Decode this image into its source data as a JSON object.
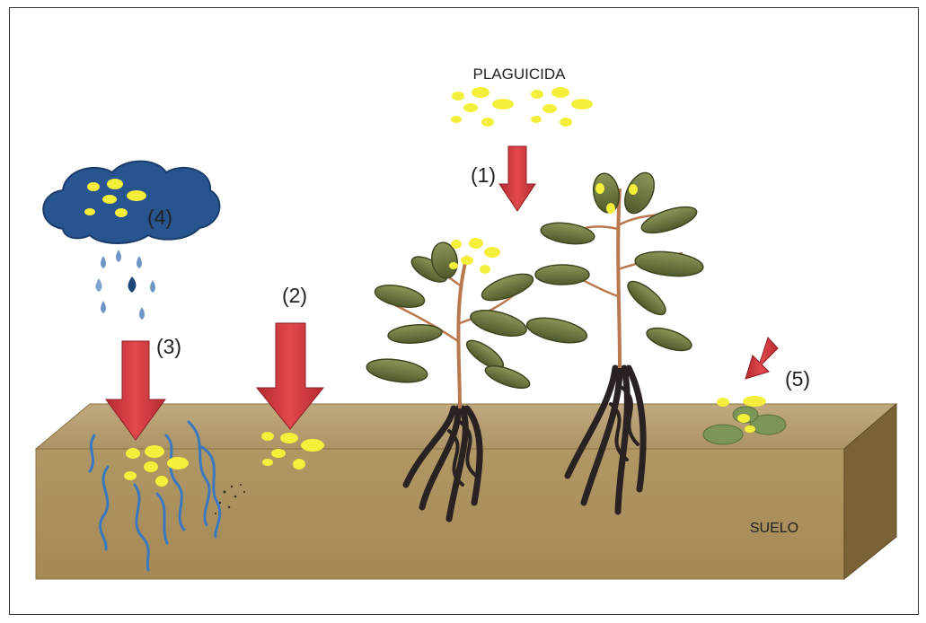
{
  "labels": {
    "pesticide": "PLAGUICIDA",
    "soil": "SUELO",
    "route_1": "(1)",
    "route_2": "(2)",
    "route_3": "(3)",
    "route_4": "(4)",
    "route_5": "(5)"
  },
  "colors": {
    "pesticide_granule": "#f4ef3a",
    "arrow": "#d8363c",
    "cloud": "#27558f",
    "soil_top": "#b79f72",
    "soil_front": "#aa8f5c",
    "soil_side": "#7b6236",
    "water_flow": "#3a78c0",
    "leaf": "#5f6b3a",
    "stem": "#b9784d",
    "root": "#2a2222"
  }
}
